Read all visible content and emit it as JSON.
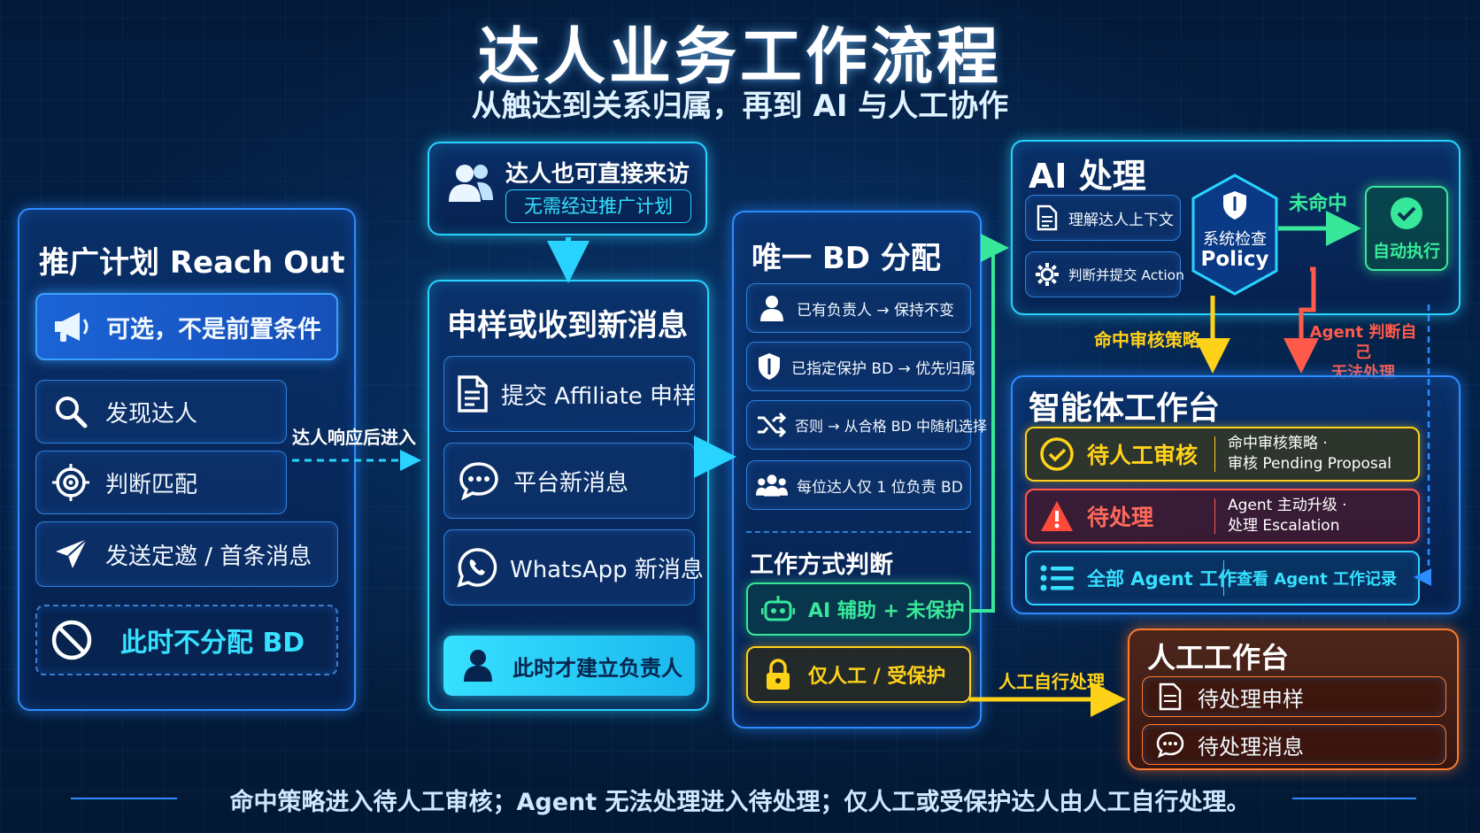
{
  "header": {
    "title": "达人业务工作流程",
    "subtitle": "从触达到关系归属，再到 AI 与人工协作"
  },
  "reach_out": {
    "title": "推广计划 Reach Out",
    "optional": "可选，不是前置条件",
    "steps": [
      "发现达人",
      "判断匹配",
      "发送定邀 / 首条消息"
    ],
    "no_bd": "此时不分配 BD"
  },
  "edge_labels": {
    "after_reply": "达人响应后进入",
    "miss": "未命中",
    "hit_policy": "命中审核策略",
    "agent_cannot": "Agent 判断自己\n无法处理",
    "manual_self": "人工自行处理"
  },
  "direct_visit": {
    "title": "达人也可直接来访",
    "sub": "无需经过推广计划"
  },
  "new_message": {
    "title": "申样或收到新消息",
    "items": [
      "提交 Affiliate 申样",
      "平台新消息",
      "WhatsApp 新消息"
    ],
    "create_owner": "此时才建立负责人"
  },
  "bd_assign": {
    "title": "唯一 BD 分配",
    "rules": [
      "已有负责人 → 保持不变",
      "已指定保护 BD → 优先归属",
      "否则 → 从合格 BD 中随机选择",
      "每位达人仅 1 位负责 BD"
    ],
    "mode_title": "工作方式判断",
    "modes": [
      "AI 辅助 + 未保护",
      "仅人工 / 受保护"
    ]
  },
  "ai_process": {
    "title": "AI 处理",
    "steps": [
      "理解达人上下文",
      "判断并提交 Action"
    ],
    "policy_line1": "系统检查",
    "policy_line2": "Policy",
    "auto_exec": "自动执行"
  },
  "agent_desk": {
    "title": "智能体工作台",
    "rows": [
      {
        "label": "待人工审核",
        "desc1": "命中审核策略 ·",
        "desc2": "审核 Pending Proposal"
      },
      {
        "label": "待处理",
        "desc1": "Agent 主动升级 ·",
        "desc2": "处理 Escalation"
      },
      {
        "label": "全部 Agent 工作",
        "desc1": "查看 Agent 工作记录",
        "desc2": ""
      }
    ]
  },
  "human_desk": {
    "title": "人工工作台",
    "items": [
      "待处理申样",
      "待处理消息"
    ]
  },
  "footer": "命中策略进入待人工审核；Agent 无法处理进入待处理；仅人工或受保护达人由人工自行处理。",
  "colors": {
    "blue": "#2d8cff",
    "cyan": "#29d3ff",
    "green": "#38e89a",
    "yellow": "#ffd21a",
    "red": "#ff5a4a",
    "orange": "#ff7a2e"
  }
}
